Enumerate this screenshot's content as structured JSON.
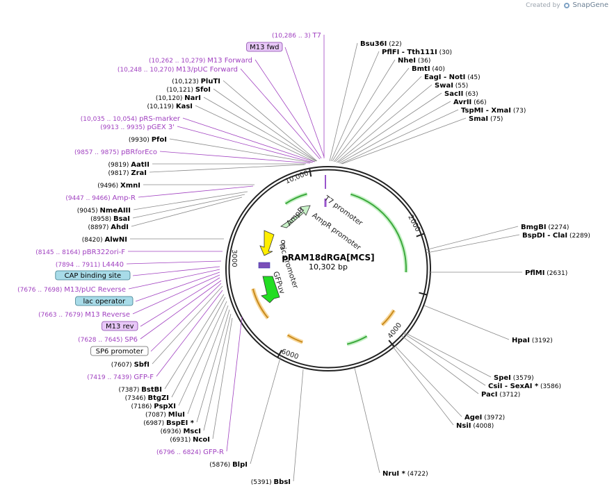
{
  "watermark": {
    "prefix": "Created by",
    "brand": "SnapGene"
  },
  "plasmid": {
    "name": "pRAM18dRGA[MCS]",
    "length": "10,302 bp"
  },
  "ticks": [
    "2000",
    "4000",
    "6000",
    "3000",
    "10,000"
  ],
  "colors": {
    "enzyme": "#000000",
    "primer": "#a040c0",
    "feature_fill": "#3cbf3c",
    "orf_fill": "#f5a623",
    "ampr": "#c8f2c8",
    "ori": "#ffee00",
    "gfp": "#22dd22"
  },
  "right_sites": [
    {
      "name": "Bsu36I",
      "pos": "(22)"
    },
    {
      "name": "PflFI",
      "extra": "- Tth111I",
      "pos": "(30)"
    },
    {
      "name": "NheI",
      "pos": "(36)"
    },
    {
      "name": "BmtI",
      "pos": "(40)"
    },
    {
      "name": "EagI",
      "extra": "- NotI",
      "pos": "(45)"
    },
    {
      "name": "SwaI",
      "pos": "(55)"
    },
    {
      "name": "SacII",
      "pos": "(63)"
    },
    {
      "name": "AvrII",
      "pos": "(66)"
    },
    {
      "name": "TspMI",
      "extra": "- XmaI",
      "pos": "(73)"
    },
    {
      "name": "SmaI",
      "pos": "(75)"
    },
    {
      "name": "BmgBI",
      "pos": "(2274)"
    },
    {
      "name": "BspDI",
      "extra": "- ClaI",
      "pos": "(2289)"
    },
    {
      "name": "PflMI",
      "pos": "(2631)"
    },
    {
      "name": "HpaI",
      "pos": "(3192)"
    },
    {
      "name": "SpeI",
      "pos": "(3579)"
    },
    {
      "name": "CsiI",
      "extra": "- SexAI *",
      "pos": "(3586)"
    },
    {
      "name": "PacI",
      "pos": "(3712)"
    },
    {
      "name": "AgeI",
      "pos": "(3972)"
    },
    {
      "name": "NsiI",
      "pos": "(4008)"
    },
    {
      "name": "NruI *",
      "pos": "(4722)"
    }
  ],
  "left_sites": [
    {
      "kind": "primer",
      "name": "T7",
      "pos": "(10,286 .. 3)"
    },
    {
      "kind": "box",
      "name": "M13 fwd"
    },
    {
      "kind": "primer",
      "name": "M13 Forward",
      "pos": "(10,262 .. 10,279)"
    },
    {
      "kind": "primer",
      "name": "M13/pUC Forward",
      "pos": "(10,248 .. 10,270)"
    },
    {
      "kind": "enzyme",
      "name": "PluTI",
      "pos": "(10,123)"
    },
    {
      "kind": "enzyme",
      "name": "SfoI",
      "pos": "(10,121)"
    },
    {
      "kind": "enzyme",
      "name": "NarI",
      "pos": "(10,120)"
    },
    {
      "kind": "enzyme",
      "name": "KasI",
      "pos": "(10,119)"
    },
    {
      "kind": "primer",
      "name": "pRS-marker",
      "pos": "(10,035 .. 10,054)"
    },
    {
      "kind": "primer",
      "name": "pGEX 3'",
      "pos": "(9913 .. 9935)"
    },
    {
      "kind": "enzyme",
      "name": "PfoI",
      "pos": "(9930)"
    },
    {
      "kind": "primer",
      "name": "pBRforEco",
      "pos": "(9857 .. 9875)"
    },
    {
      "kind": "enzyme",
      "name": "AatII",
      "pos": "(9819)"
    },
    {
      "kind": "enzyme",
      "name": "ZraI",
      "pos": "(9817)"
    },
    {
      "kind": "enzyme",
      "name": "XmnI",
      "pos": "(9496)"
    },
    {
      "kind": "primer",
      "name": "Amp-R",
      "pos": "(9447 .. 9466)"
    },
    {
      "kind": "enzyme",
      "name": "NmeAIII",
      "pos": "(9045)"
    },
    {
      "kind": "enzyme",
      "name": "BsaI",
      "pos": "(8958)"
    },
    {
      "kind": "enzyme",
      "name": "AhdI",
      "pos": "(8897)"
    },
    {
      "kind": "enzyme",
      "name": "AlwNI",
      "pos": "(8420)"
    },
    {
      "kind": "primer",
      "name": "pBR322ori-F",
      "pos": "(8145 .. 8164)"
    },
    {
      "kind": "primer",
      "name": "L4440",
      "pos": "(7894 .. 7911)"
    },
    {
      "kind": "box",
      "name": "CAP binding site"
    },
    {
      "kind": "primer",
      "name": "M13/pUC Reverse",
      "pos": "(7676 .. 7698)"
    },
    {
      "kind": "box",
      "name": "lac operator"
    },
    {
      "kind": "primer",
      "name": "M13 Reverse",
      "pos": "(7663 .. 7679)"
    },
    {
      "kind": "box",
      "name": "M13 rev"
    },
    {
      "kind": "primer",
      "name": "SP6",
      "pos": "(7628 .. 7645)"
    },
    {
      "kind": "box",
      "name": "SP6 promoter"
    },
    {
      "kind": "enzyme",
      "name": "SbfI",
      "pos": "(7607)"
    },
    {
      "kind": "primer",
      "name": "GFP-F",
      "pos": "(7419 .. 7439)"
    },
    {
      "kind": "enzyme",
      "name": "BstBI",
      "pos": "(7387)"
    },
    {
      "kind": "enzyme",
      "name": "BtgZI",
      "pos": "(7346)"
    },
    {
      "kind": "enzyme",
      "name": "PspXI",
      "pos": "(7186)"
    },
    {
      "kind": "enzyme",
      "name": "MluI",
      "pos": "(7087)"
    },
    {
      "kind": "enzyme",
      "name": "BspEI *",
      "pos": "(6987)"
    },
    {
      "kind": "enzyme",
      "name": "MscI",
      "pos": "(6936)"
    },
    {
      "kind": "enzyme",
      "name": "NcoI",
      "pos": "(6931)"
    },
    {
      "kind": "primer",
      "name": "GFP-R",
      "pos": "(6796 .. 6824)"
    },
    {
      "kind": "enzyme",
      "name": "BlpI",
      "pos": "(5876)"
    },
    {
      "kind": "enzyme",
      "name": "BbsI",
      "pos": "(5391)"
    }
  ],
  "inner_labels": [
    "T7 promoter",
    "AmpR promoter",
    "AmpR",
    "ori",
    "lac promoter",
    "GFPuv"
  ]
}
